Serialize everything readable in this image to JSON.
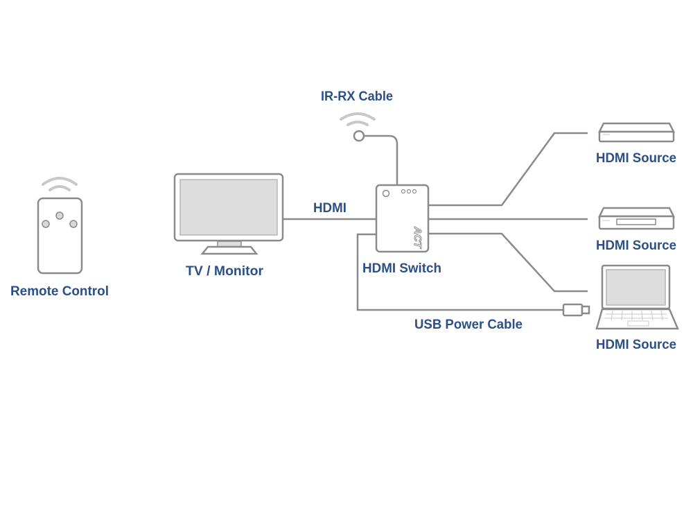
{
  "diagram": {
    "title": "HDMI Switch connection diagram",
    "colors": {
      "label": "#2b4f86",
      "line": "#8a8a8a",
      "screen": "#dddddd",
      "signal": "#c8c8c8",
      "background": "#ffffff"
    },
    "nodes": {
      "remote": {
        "label": "Remote Control",
        "icon": "remote-control-icon"
      },
      "tv": {
        "label": "TV / Monitor",
        "icon": "monitor-icon"
      },
      "switch": {
        "label": "HDMI Switch",
        "icon": "hdmi-switch-icon",
        "brand": "ACT"
      },
      "ir": {
        "label": "IR-RX Cable",
        "icon": "ir-receiver-icon"
      },
      "source1": {
        "label": "HDMI Source",
        "icon": "set-top-box-icon"
      },
      "source2": {
        "label": "HDMI Source",
        "icon": "dvd-player-icon"
      },
      "source3": {
        "label": "HDMI Source",
        "icon": "laptop-icon"
      }
    },
    "edges": {
      "hdmi_out": {
        "label": "HDMI",
        "from": "HDMI Switch",
        "to": "TV / Monitor"
      },
      "usb": {
        "label": "USB Power Cable",
        "from": "HDMI Switch",
        "to": "USB connector"
      },
      "ir_cable": {
        "from": "IR-RX Cable",
        "to": "HDMI Switch"
      },
      "in1": {
        "from": "HDMI Source",
        "to": "HDMI Switch"
      },
      "in2": {
        "from": "HDMI Source",
        "to": "HDMI Switch"
      },
      "in3": {
        "from": "HDMI Source",
        "to": "HDMI Switch"
      }
    }
  }
}
